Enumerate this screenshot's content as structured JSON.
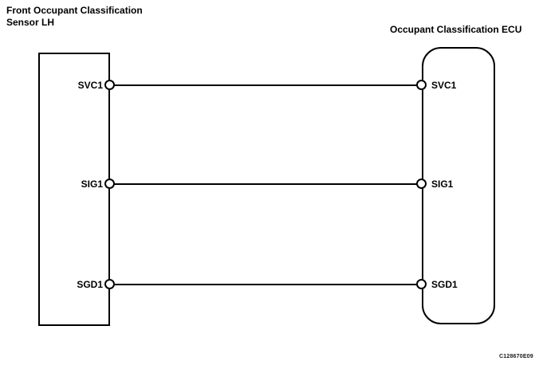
{
  "diagram": {
    "left_component": {
      "title_line1": "Front Occupant Classification",
      "title_line2": "Sensor LH",
      "pins": [
        "SVC1",
        "SIG1",
        "SGD1"
      ]
    },
    "right_component": {
      "title": "Occupant Classification ECU",
      "pins": [
        "SVC1",
        "SIG1",
        "SGD1"
      ]
    },
    "figure_code": "C128670E09",
    "colors": {
      "line": "#000000",
      "background": "#ffffff"
    }
  }
}
